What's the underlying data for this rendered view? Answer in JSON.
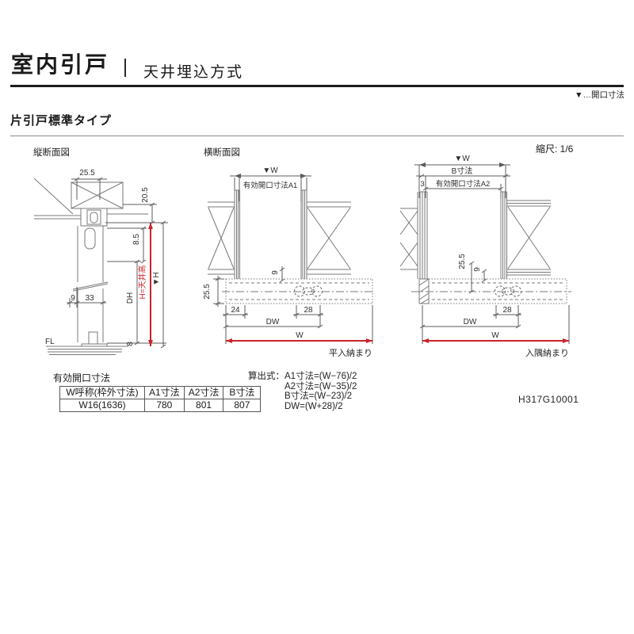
{
  "header": {
    "title": "室内引戸",
    "subtitle": "天井埋込方式",
    "legend": "▼…開口寸法"
  },
  "section": {
    "title": "片引戸標準タイプ",
    "scale_label": "縮尺: 1/6",
    "code": "H317G10001"
  },
  "drawings": {
    "vertical_section": {
      "label": "縦断面図",
      "dim_25_5": "25.5",
      "dim_20_5": "20.5",
      "dim_8_5": "8.5",
      "dim_9": "9",
      "dim_33": "33",
      "dim_8": "8",
      "dim_dh": "DH",
      "dim_h_ceiling": "H=天井高",
      "dim_h": "▼H",
      "floor_label": "FL"
    },
    "plan_flat": {
      "label": "横断面図",
      "dim_w_top": "▼W",
      "dim_a1": "有効開口寸法A1",
      "dim_9": "9",
      "dim_25_5": "25.5",
      "dim_24": "24",
      "dim_28": "28",
      "dim_dw": "DW",
      "dim_w": "W",
      "caption": "平入納まり"
    },
    "plan_corner": {
      "dim_w_top": "▼W",
      "dim_b": "B寸法",
      "dim_3": "3",
      "dim_a2": "有効開口寸法A2",
      "dim_25_5": "25.5",
      "dim_9": "9",
      "dim_28": "28",
      "dim_dw": "DW",
      "dim_w": "W",
      "caption": "入隅納まり"
    }
  },
  "table": {
    "title": "有効開口寸法",
    "headers": [
      "W呼称(枠外寸法)",
      "A1寸法",
      "A2寸法",
      "B寸法"
    ],
    "rows": [
      [
        "W16(1636)",
        "780",
        "801",
        "807"
      ]
    ]
  },
  "formulas": {
    "label": "算出式：",
    "lines": [
      "A1寸法=(W−76)/2",
      "A2寸法=(W−35)/2",
      "B寸法=(W−23)/2",
      "DW=(W+28)/2"
    ]
  },
  "colors": {
    "dimension_red": "#c9242b"
  }
}
